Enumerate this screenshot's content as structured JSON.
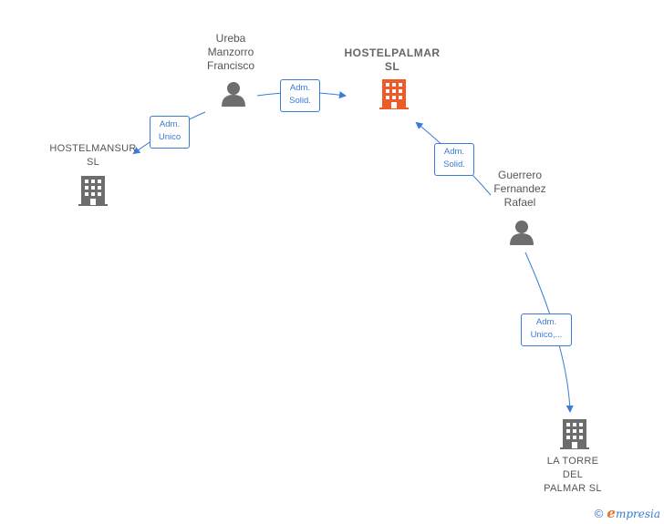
{
  "nodes": {
    "ureba": {
      "name_lines": [
        "Ureba",
        "Manzorro",
        "Francisco"
      ],
      "kind": "person"
    },
    "hostelpalmar": {
      "name_lines": [
        "HOSTELPALMAR",
        "SL"
      ],
      "kind": "company-focus"
    },
    "hostelmansur": {
      "name_lines": [
        "HOSTELMANSUR",
        "SL"
      ],
      "kind": "company"
    },
    "guerrero": {
      "name_lines": [
        "Guerrero",
        "Fernandez",
        "Rafael"
      ],
      "kind": "person"
    },
    "latorre": {
      "name_lines": [
        "LA TORRE",
        "DEL",
        "PALMAR  SL"
      ],
      "kind": "company"
    }
  },
  "edges": {
    "ureba_hostelpalmar": {
      "lines": [
        "Adm.",
        "Solid."
      ]
    },
    "ureba_hostelmansur": {
      "lines": [
        "Adm.",
        "Unico"
      ]
    },
    "guerrero_hostelpalmar": {
      "lines": [
        "Adm.",
        "Solid."
      ]
    },
    "guerrero_latorre": {
      "lines": [
        "Adm.",
        "Unico,..."
      ]
    }
  },
  "colors": {
    "edge": "#3a7bd5",
    "icon_gray": "#6d6d6d",
    "focus_orange": "#f05a28"
  },
  "footer": {
    "copyright_symbol": "©",
    "brand_first": "e",
    "brand_rest": "mpresia"
  }
}
